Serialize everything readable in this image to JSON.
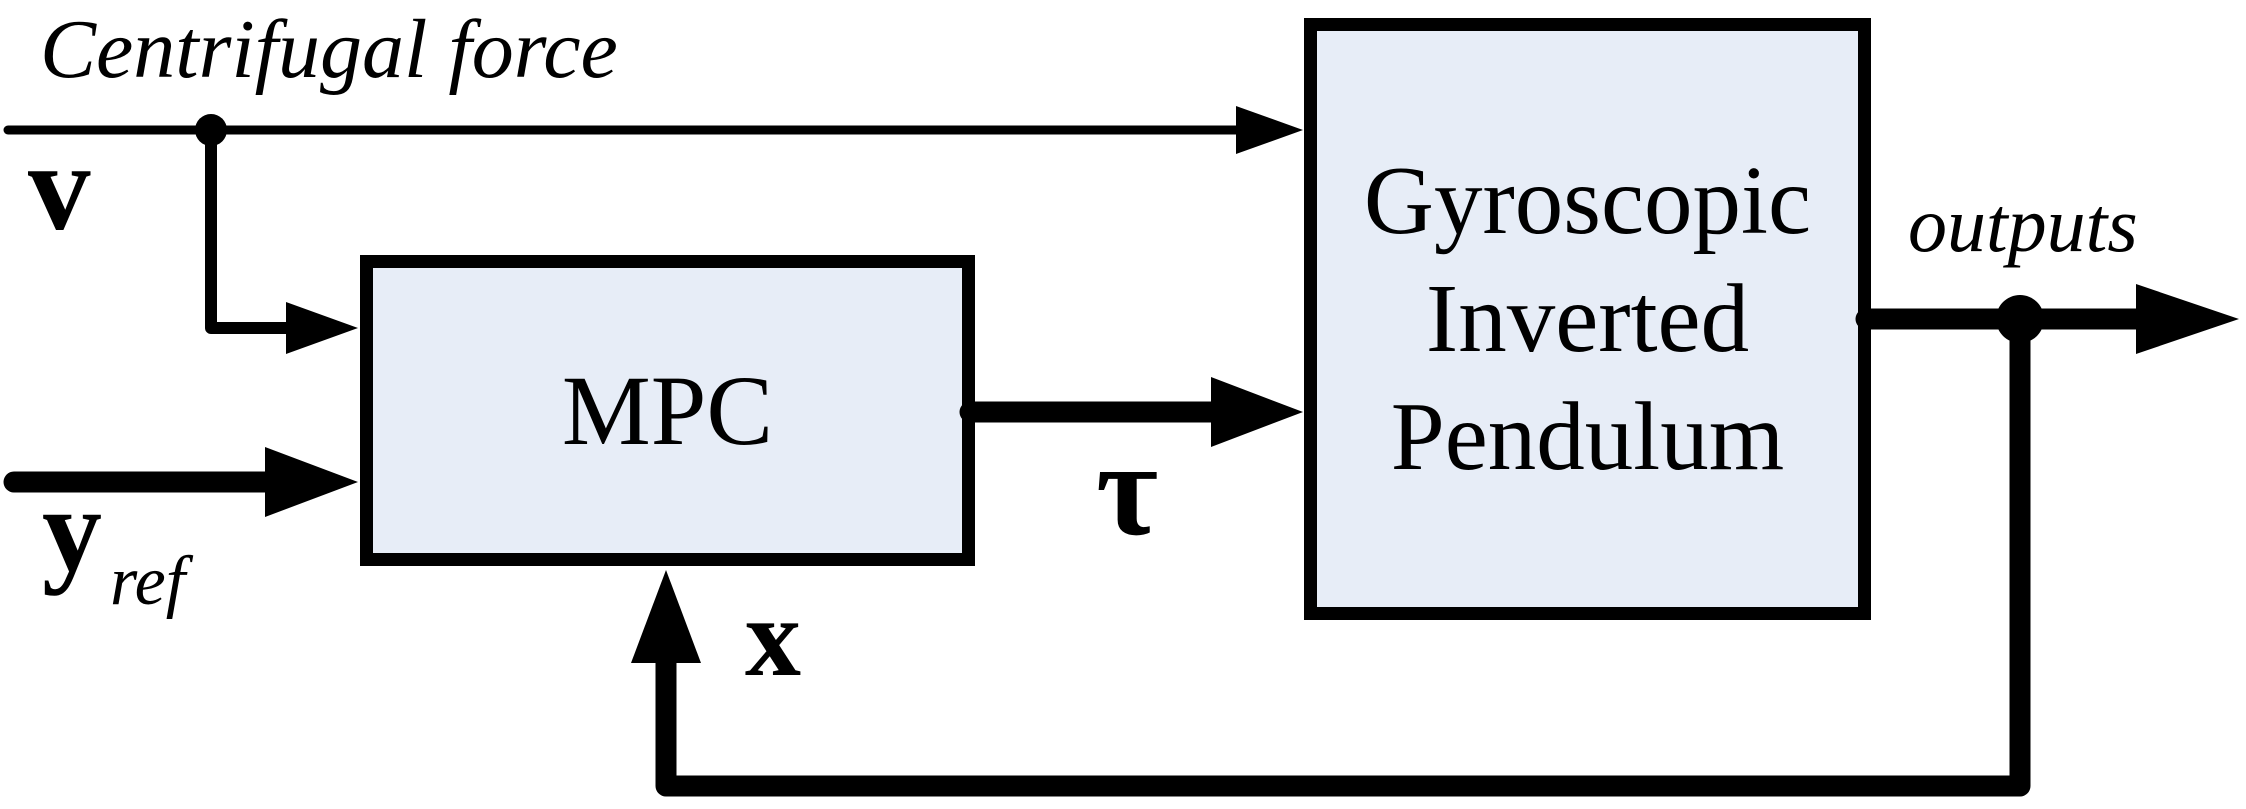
{
  "colors": {
    "background": "#ffffff",
    "line": "#000000",
    "block_fill": "#e7edf7",
    "block_border": "#000000"
  },
  "labels": {
    "disturbance": "Centrifugal force",
    "disturbance_symbol": "v",
    "reference_symbol": "y",
    "reference_subscript": "ref",
    "control_symbol": "τ",
    "state_symbol": "x",
    "outputs": "outputs"
  },
  "blocks": {
    "controller": {
      "label": "MPC"
    },
    "plant": {
      "label": "Gyroscopic Inverted Pendulum",
      "lines": [
        "Gyroscopic",
        "Inverted",
        "Pendulum"
      ]
    }
  }
}
